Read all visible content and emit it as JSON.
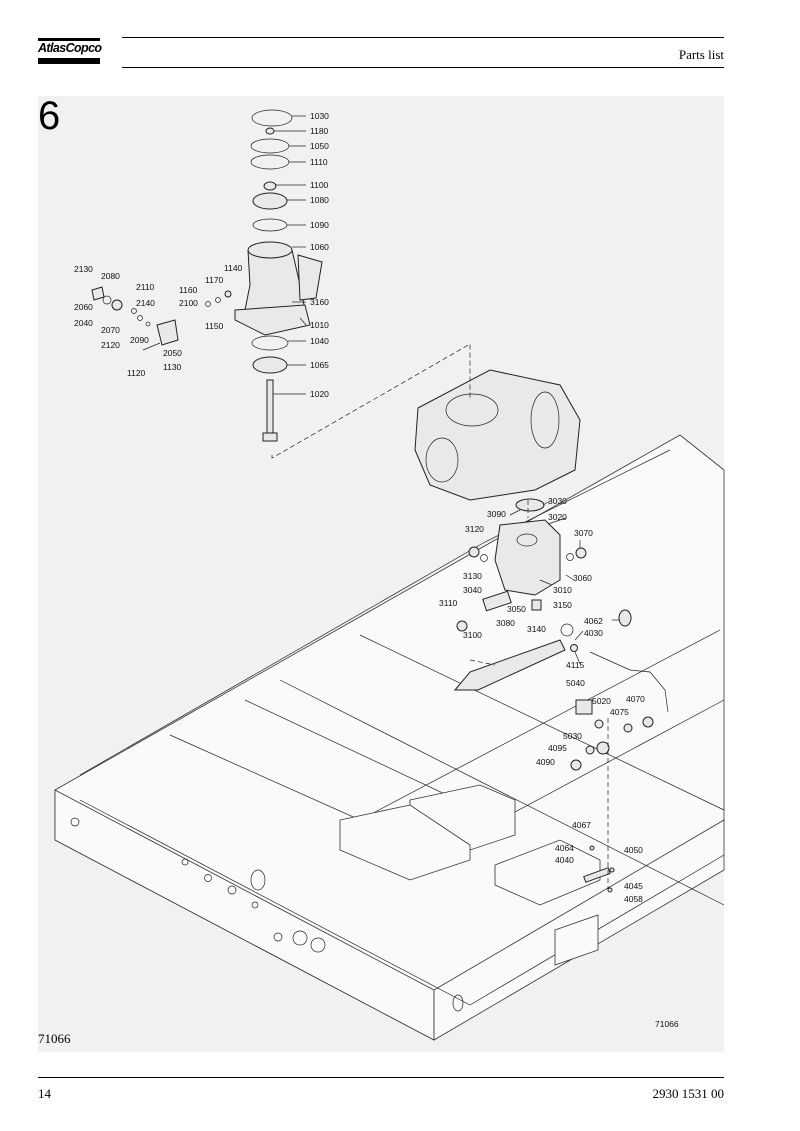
{
  "header": {
    "logo_text": "AtlasCopco",
    "section_title": "Parts list"
  },
  "figure": {
    "section_number": "6",
    "drawing_id": "71066",
    "caption": "71066",
    "part_labels": [
      {
        "id": "p1030",
        "text": "1030"
      },
      {
        "id": "p1180",
        "text": "1180"
      },
      {
        "id": "p1050",
        "text": "1050"
      },
      {
        "id": "p1110",
        "text": "1110"
      },
      {
        "id": "p1100",
        "text": "1100"
      },
      {
        "id": "p1080",
        "text": "1080"
      },
      {
        "id": "p1090",
        "text": "1090"
      },
      {
        "id": "p1060",
        "text": "1060"
      },
      {
        "id": "p3160",
        "text": "3160"
      },
      {
        "id": "p1010",
        "text": "1010"
      },
      {
        "id": "p1040",
        "text": "1040"
      },
      {
        "id": "p1065",
        "text": "1065"
      },
      {
        "id": "p1020",
        "text": "1020"
      },
      {
        "id": "p2130",
        "text": "2130"
      },
      {
        "id": "p2080",
        "text": "2080"
      },
      {
        "id": "p2060",
        "text": "2060"
      },
      {
        "id": "p2040",
        "text": "2040"
      },
      {
        "id": "p2070",
        "text": "2070"
      },
      {
        "id": "p2110",
        "text": "2110"
      },
      {
        "id": "p2140",
        "text": "2140"
      },
      {
        "id": "p2120",
        "text": "2120"
      },
      {
        "id": "p2090",
        "text": "2090"
      },
      {
        "id": "p1160",
        "text": "1160"
      },
      {
        "id": "p2100",
        "text": "2100"
      },
      {
        "id": "p1170",
        "text": "1170"
      },
      {
        "id": "p1140",
        "text": "1140"
      },
      {
        "id": "p1150",
        "text": "1150"
      },
      {
        "id": "p2050",
        "text": "2050"
      },
      {
        "id": "p1130",
        "text": "1130"
      },
      {
        "id": "p1120",
        "text": "1120"
      },
      {
        "id": "p3030",
        "text": "3030"
      },
      {
        "id": "p3090",
        "text": "3090"
      },
      {
        "id": "p3020",
        "text": "3020"
      },
      {
        "id": "p3120",
        "text": "3120"
      },
      {
        "id": "p3070",
        "text": "3070"
      },
      {
        "id": "p3130",
        "text": "3130"
      },
      {
        "id": "p3060",
        "text": "3060"
      },
      {
        "id": "p3010",
        "text": "3010"
      },
      {
        "id": "p3040",
        "text": "3040"
      },
      {
        "id": "p3150",
        "text": "3150"
      },
      {
        "id": "p3110",
        "text": "3110"
      },
      {
        "id": "p3050",
        "text": "3050"
      },
      {
        "id": "p3080",
        "text": "3080"
      },
      {
        "id": "p3100",
        "text": "3100"
      },
      {
        "id": "p3140",
        "text": "3140"
      },
      {
        "id": "p4062",
        "text": "4062"
      },
      {
        "id": "p4030",
        "text": "4030"
      },
      {
        "id": "p4115",
        "text": "4115"
      },
      {
        "id": "p5040",
        "text": "5040"
      },
      {
        "id": "p5020",
        "text": "5020"
      },
      {
        "id": "p4070",
        "text": "4070"
      },
      {
        "id": "p4075",
        "text": "4075"
      },
      {
        "id": "p5030",
        "text": "5030"
      },
      {
        "id": "p4095",
        "text": "4095"
      },
      {
        "id": "p4090",
        "text": "4090"
      },
      {
        "id": "p4067",
        "text": "4067"
      },
      {
        "id": "p4064",
        "text": "4064"
      },
      {
        "id": "p4040",
        "text": "4040"
      },
      {
        "id": "p4050",
        "text": "4050"
      },
      {
        "id": "p4045",
        "text": "4045"
      },
      {
        "id": "p4058",
        "text": "4058"
      }
    ]
  },
  "footer": {
    "page_number": "14",
    "document_number": "2930 1531 00"
  }
}
